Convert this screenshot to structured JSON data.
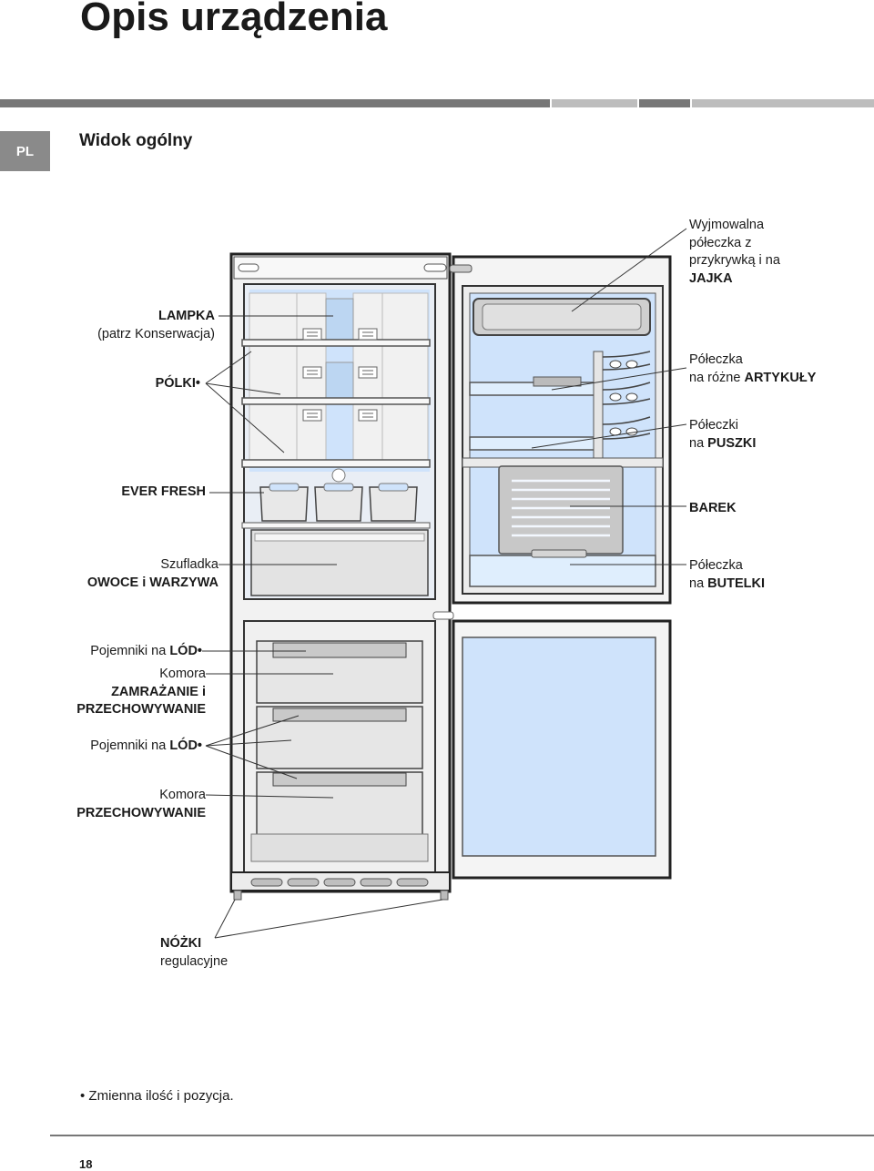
{
  "header": {
    "title": "Opis urządzenia"
  },
  "section": {
    "lang_badge": "PL",
    "subtitle": "Widok ogólny"
  },
  "colors": {
    "bar_dark": "#777777",
    "bar_light": "#bdbdbd",
    "interior": "#d8e8f8",
    "lang_badge_bg": "#8a8a8a"
  },
  "left_labels": {
    "lampka": {
      "name": "LAMPKA",
      "note": "(patrz Konserwacja)"
    },
    "polki": "PÓLKI•",
    "ever_fresh": "EVER FRESH",
    "szufladka": {
      "line1": "Szufladka",
      "line2": "OWOCE i WARZYWA"
    },
    "pojemniki_lod_1": {
      "prefix": "Pojemniki na ",
      "name": "LÓD•"
    },
    "komora_zamrazanie": {
      "line1": "Komora",
      "line2": "ZAMRAŻANIE i",
      "line3": "PRZECHOWYWANIE"
    },
    "pojemniki_lod_2": {
      "prefix": "Pojemniki na ",
      "name": "LÓD•"
    },
    "komora_przechowywanie": {
      "line1": "Komora",
      "line2": "PRZECHOWYWANIE"
    }
  },
  "right_labels": {
    "jajka": {
      "line1": "Wyjmowalna",
      "line2": "półeczka z",
      "line3": "przykrywką i na",
      "line4": "JAJKA"
    },
    "artykuly": {
      "line1": "Półeczka",
      "prefix": "na różne ",
      "name": "ARTYKUŁY"
    },
    "puszki": {
      "line1": "Półeczki",
      "prefix": "na ",
      "name": "PUSZKI"
    },
    "barek": "BAREK",
    "butelki": {
      "line1": "Półeczka",
      "prefix": "na ",
      "name": "BUTELKI"
    }
  },
  "bottom_labels": {
    "nozki": {
      "name": "NÓŻKI",
      "note": "regulacyjne"
    }
  },
  "footer": {
    "footnote": "• Zmienna ilość i pozycja.",
    "page_number": "18"
  }
}
